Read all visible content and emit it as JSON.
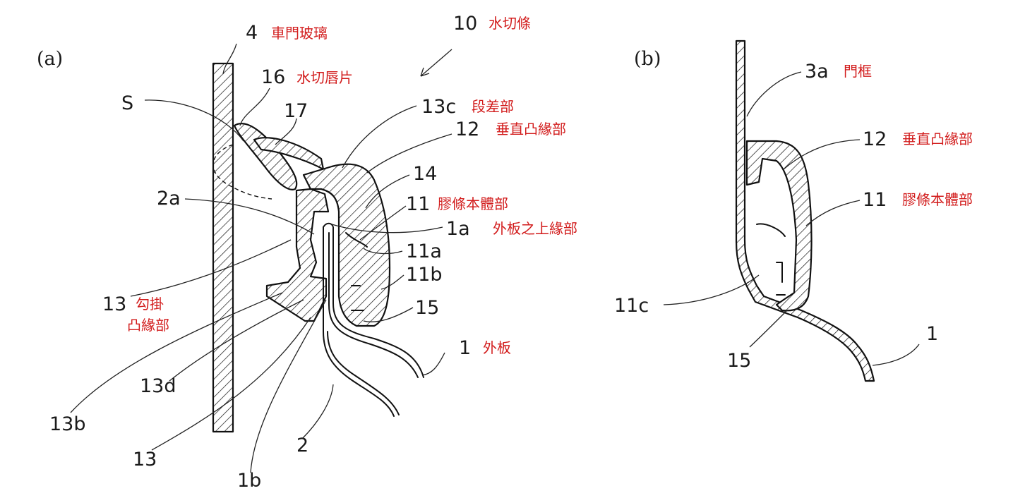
{
  "panels": {
    "a": "(a)",
    "b": "(b)"
  },
  "labels_a": {
    "n4": "4",
    "t4": "車門玻璃",
    "n10": "10",
    "t10": "水切條",
    "n16": "16",
    "t16": "水切唇片",
    "nS": "S",
    "n17": "17",
    "n13c": "13c",
    "t13c": "段差部",
    "n12": "12",
    "t12": "垂直凸緣部",
    "n14": "14",
    "n2a": "2a",
    "n11": "11",
    "t11": "膠條本體部",
    "n1a": "1a",
    "t1a": "外板之上緣部",
    "n11a": "11a",
    "n11b": "11b",
    "n15": "15",
    "n13": "13",
    "t13": "勾掛",
    "t13_line2": "凸緣部",
    "n1": "1",
    "t1": "外板",
    "n13d": "13d",
    "n13b": "13b",
    "n13bottom": "13",
    "n2": "2",
    "n1b": "1b"
  },
  "labels_b": {
    "n3a": "3a",
    "t3a": "門框",
    "n12": "12",
    "t12": "垂直凸緣部",
    "n11": "11",
    "t11": "膠條本體部",
    "n11c": "11c",
    "n15": "15",
    "n1": "1"
  },
  "colors": {
    "annotation": "#d21c1c",
    "line": "#111111"
  }
}
